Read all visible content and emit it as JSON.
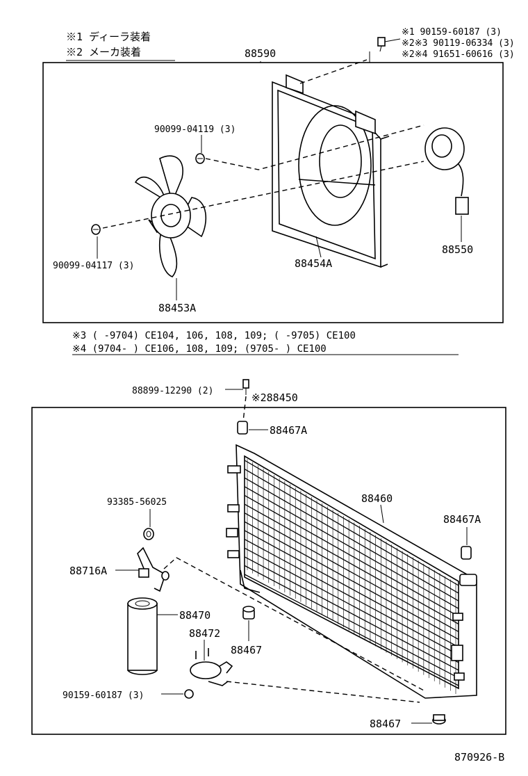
{
  "legend": {
    "line1": "※1 ディーラ装着",
    "line2": "※2 メーカ装着"
  },
  "top_section": {
    "assembly_label": "88590",
    "bolt_refs": [
      "※1    90159-60187 (3)",
      "※2※3  90119-06334 (3)",
      "※2※4  91651-60616 (3)"
    ],
    "parts": {
      "screw_upper": "90099-04119 (3)",
      "screw_lower": "90099-04117 (3)",
      "fan": "88453A",
      "shroud": "88454A",
      "motor": "88550"
    }
  },
  "notes": {
    "note3": "※3  (     -9704) CE104, 106, 108, 109; (     -9705) CE100",
    "note4": "※4  (9704-      ) CE106, 108, 109; (9705-      ) CE100"
  },
  "bottom_section": {
    "bolt": "88899-12290 (2)",
    "assembly_label": "※288450",
    "parts": {
      "cushion_upper": "88467A",
      "cushion_right": "88467A",
      "condenser": "88460",
      "oring": "93385-56025",
      "pipe": "88716A",
      "receiver": "88470",
      "bracket": "88472",
      "cushion_mid": "88467",
      "screw": "90159-60187 (3)",
      "cushion_bottom": "88467"
    }
  },
  "drawing_code": "870926-B"
}
